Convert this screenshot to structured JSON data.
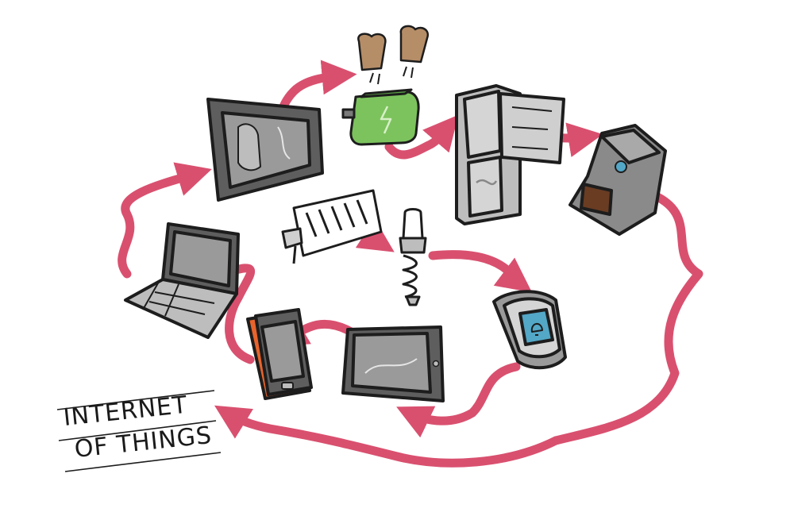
{
  "title": {
    "line1": "INTERNET",
    "line2": "OF THINGS"
  },
  "devices": [
    {
      "name": "tv-monitor",
      "icon": "tv-icon"
    },
    {
      "name": "toaster",
      "icon": "toaster-icon"
    },
    {
      "name": "refrigerator",
      "icon": "fridge-icon"
    },
    {
      "name": "coffee-machine",
      "icon": "coffee-machine-icon"
    },
    {
      "name": "laptop",
      "icon": "laptop-icon"
    },
    {
      "name": "thermostat-panel",
      "icon": "thermostat-icon"
    },
    {
      "name": "light-bulb",
      "icon": "light-bulb-icon"
    },
    {
      "name": "smartwatch",
      "icon": "smartwatch-icon"
    },
    {
      "name": "smartphone",
      "icon": "smartphone-icon"
    },
    {
      "name": "tablet",
      "icon": "tablet-icon"
    }
  ],
  "colors": {
    "arrow": "#d9506f",
    "outline": "#1d1d1d",
    "device_gray": "#bdbdbd",
    "screen_gray": "#8f8f8f",
    "toaster_green": "#7cc35d",
    "toast_brown": "#b58d67",
    "phone_orange": "#e8642c",
    "watch_screen": "#53a7c7",
    "coffee_brown": "#6a3c22"
  }
}
